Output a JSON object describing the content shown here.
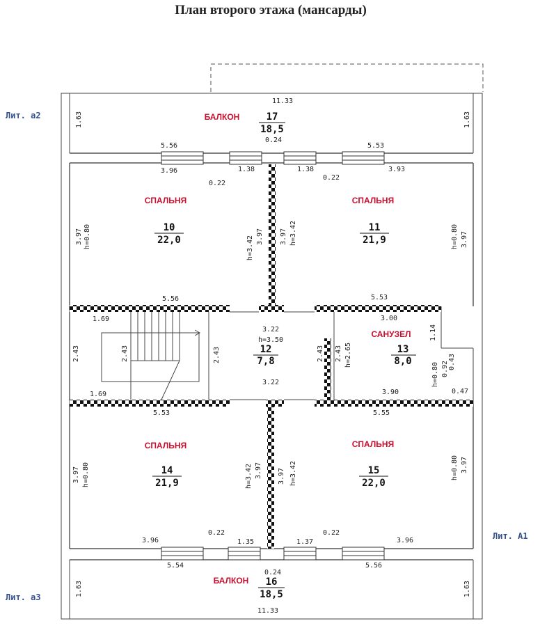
{
  "title": "План второго этажа (мансарды)",
  "lit": {
    "a2": "Лит. а2",
    "a3": "Лит. а3",
    "A1": "Лит. А1"
  },
  "rooms": {
    "r17": {
      "label": "БАЛКОН",
      "num": "17",
      "area": "18,5"
    },
    "r10": {
      "label": "СПАЛЬНЯ",
      "num": "10",
      "area": "22,0"
    },
    "r11": {
      "label": "СПАЛЬНЯ",
      "num": "11",
      "area": "21,9"
    },
    "r12": {
      "label": "",
      "num": "12",
      "area": "7,8"
    },
    "r13": {
      "label": "САНУЗЕЛ",
      "num": "13",
      "area": "8,0"
    },
    "r14": {
      "label": "СПАЛЬНЯ",
      "num": "14",
      "area": "21,9"
    },
    "r15": {
      "label": "СПАЛЬНЯ",
      "num": "15",
      "area": "22,0"
    },
    "r16": {
      "label": "БАЛКОН",
      "num": "16",
      "area": "18,5"
    }
  },
  "dims": {
    "top_width": "11.33",
    "bottom_width": "11.33",
    "bal_top_left_h": "1.63",
    "bal_top_right_h": "1.63",
    "bal_bot_left_h": "1.63",
    "bal_bot_right_h": "1.63",
    "top_wall_l": "5.56",
    "top_wall_r": "5.53",
    "top_024": "0.24",
    "r10_top": "3.96",
    "r11_top": "3.93",
    "door_138_l": "1.38",
    "door_138_r": "1.38",
    "d022_tl": "0.22",
    "d022_tr": "0.22",
    "r10_h": "3.97",
    "r10_hh": "h=0.80",
    "r10_inner_h": "3.97",
    "r10_inner_hh": "h=3.42",
    "r11_inner_h": "3.97",
    "r11_inner_hh": "h=3.42",
    "r11_h": "3.97",
    "r11_hh": "h=0.80",
    "mid_top_l": "5.56",
    "mid_top_r": "5.53",
    "d169_top": "1.69",
    "d322_top": "3.22",
    "d350": "h=3.50",
    "d300": "3.00",
    "d114": "1.14",
    "d243_a": "2.43",
    "d243_b": "2.43",
    "d243_c": "2.43",
    "d243_d": "2.43",
    "d243_e": "2.43",
    "d265": "h=2.65",
    "d080_13": "h=0.80",
    "d092": "0.92",
    "d043": "0.43",
    "d047": "0.47",
    "d322_bot": "3.22",
    "d169_bot": "1.69",
    "d390": "3.90",
    "mid_bot_l": "5.53",
    "mid_bot_r": "5.55",
    "r14_h": "3.97",
    "r14_hh": "h=0.80",
    "r14_inner_hh": "h=3.42",
    "r14_inner_h": "3.97",
    "r15_inner_h": "3.97",
    "r15_inner_hh": "h=3.42",
    "r15_h": "3.97",
    "r15_hh": "h=0.80",
    "d022_bl": "0.22",
    "d022_br": "0.22",
    "r14_bot": "3.96",
    "r15_bot": "3.96",
    "door_135": "1.35",
    "door_137": "1.37",
    "bot_wall_l": "5.54",
    "bot_wall_r": "5.56",
    "bot_024": "0.24"
  },
  "colors": {
    "room_label": "#c8102e",
    "lit": "#34508f",
    "wall_dark": "#111111"
  }
}
